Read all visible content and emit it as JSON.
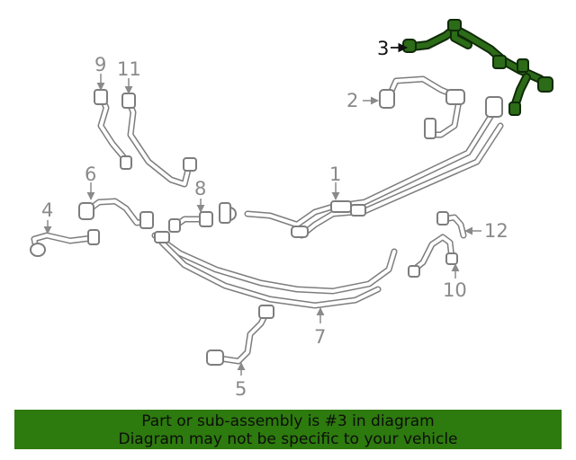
{
  "diagram": {
    "highlighted_callout": "3",
    "callouts": [
      "1",
      "2",
      "3",
      "4",
      "5",
      "6",
      "7",
      "8",
      "9",
      "10",
      "11",
      "12"
    ]
  },
  "banner": {
    "line1": "Part or sub-assembly is #3 in diagram",
    "line2": "Diagram may not be specific to your vehicle",
    "color": "#2d7a0e"
  },
  "colors": {
    "highlight_part": "#2c6b17",
    "line_art": "#7d7d7d"
  }
}
